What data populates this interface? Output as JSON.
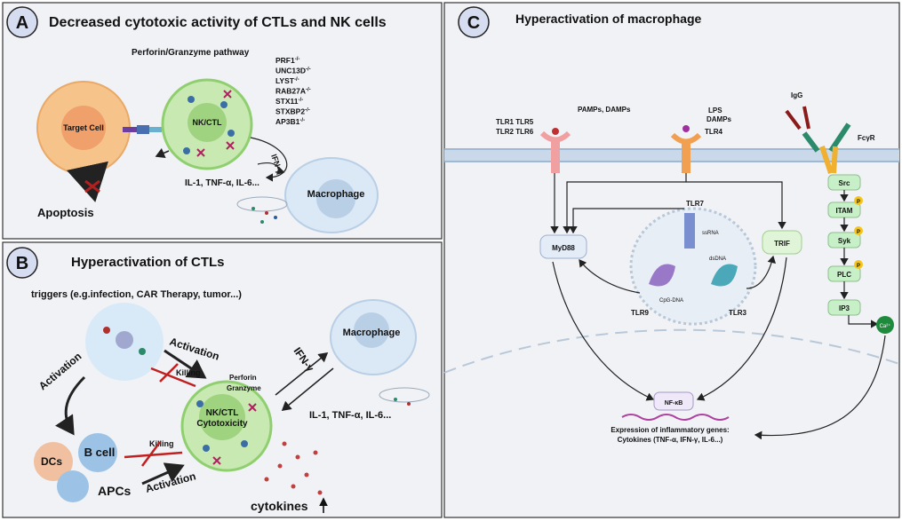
{
  "panelA": {
    "letter": "A",
    "title": "Decreased cytotoxic activity of CTLs and NK cells",
    "pathway": "Perforin/Granzyme pathway",
    "genes": [
      "PRF1",
      "UNC13D",
      "LYST",
      "RAB27A",
      "STX11",
      "STXBP2",
      "AP3B1"
    ],
    "gene_suffix": "-/-",
    "target_cell": "Target Cell",
    "nk_ctl": "NK/CTL",
    "apoptosis": "Apoptosis",
    "ifn": "IFN-γ",
    "cytokines": "IL-1, TNF-α, IL-6...",
    "macrophage": "Macrophage"
  },
  "panelB": {
    "letter": "B",
    "title": "Hyperactivation of CTLs",
    "triggers": "triggers (e.g.infection, CAR Therapy, tumor...)",
    "activation": "Activation",
    "killing": "Killing",
    "perforin": "Perforin",
    "granzyme": "Granzyme",
    "nk_ctl": "NK/CTL",
    "cytotoxicity": "Cytotoxicity",
    "ifn": "IFN-γ",
    "macrophage": "Macrophage",
    "cytokines_list": "IL-1, TNF-α, IL-6...",
    "dcs": "DCs",
    "bcell": "B cell",
    "apcs": "APCs",
    "cytokines_up": "cytokines"
  },
  "panelC": {
    "letter": "C",
    "title": "Hyperactivation of macrophage",
    "tlr_group1_a": "TLR1  TLR5",
    "tlr_group1_b": "TLR2  TLR6",
    "pamps": "PAMPs, DAMPs",
    "lps": "LPS",
    "damps": "DAMPs",
    "tlr4": "TLR4",
    "igg": "IgG",
    "fcgr": "FcγR",
    "tlr7": "TLR7",
    "ssrna": "ssRNA",
    "dsdna": "dsDNA",
    "cpg": "CpG-DNA",
    "tlr9": "TLR9",
    "tlr3": "TLR3",
    "myd88": "MyD88",
    "trif": "TRIF",
    "src": "Src",
    "itam": "ITAM",
    "syk": "Syk",
    "plc": "PLC",
    "ip3": "IP3",
    "p": "P",
    "ca": "Ca²⁺",
    "nfkb": "NF-κB",
    "expr1": "Expression of inflammatory genes:",
    "expr2": "Cytokines (TNF-α, IFN-γ, IL-6...)"
  },
  "colors": {
    "target_cell": "#f6c48a",
    "nk_cell": "#c9e9b3",
    "macrophage": "#dbe8f5",
    "membrane": "#a9c4de",
    "kinase": "#c8f0c8",
    "phospho": "#f5c518",
    "ca": "#1e8a3c"
  }
}
